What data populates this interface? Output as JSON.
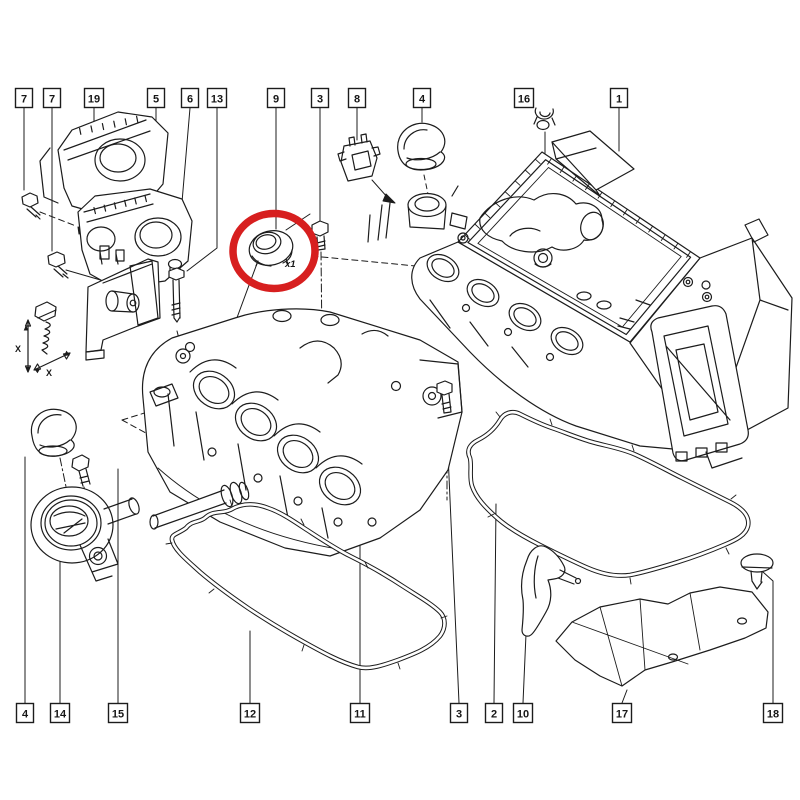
{
  "diagram": {
    "type": "exploded-parts-diagram",
    "line_color": "#1c1c1c",
    "background": "#ffffff",
    "highlight": {
      "shape": "ellipse",
      "color": "#d71f1f",
      "label": "x1",
      "target_callout": "9"
    },
    "dim_labels": {
      "vertical": "X",
      "diagonal": "X"
    },
    "callouts_top": [
      {
        "label": "7"
      },
      {
        "label": "7"
      },
      {
        "label": "19"
      },
      {
        "label": "5"
      },
      {
        "label": "6"
      },
      {
        "label": "13"
      },
      {
        "label": "9"
      },
      {
        "label": "3"
      },
      {
        "label": "8"
      },
      {
        "label": "4"
      },
      {
        "label": "16"
      },
      {
        "label": "1"
      }
    ],
    "callouts_bottom": [
      {
        "label": "4"
      },
      {
        "label": "14"
      },
      {
        "label": "15"
      },
      {
        "label": "12"
      },
      {
        "label": "11"
      },
      {
        "label": "3"
      },
      {
        "label": "2"
      },
      {
        "label": "10"
      },
      {
        "label": "17"
      },
      {
        "label": "18"
      }
    ]
  }
}
